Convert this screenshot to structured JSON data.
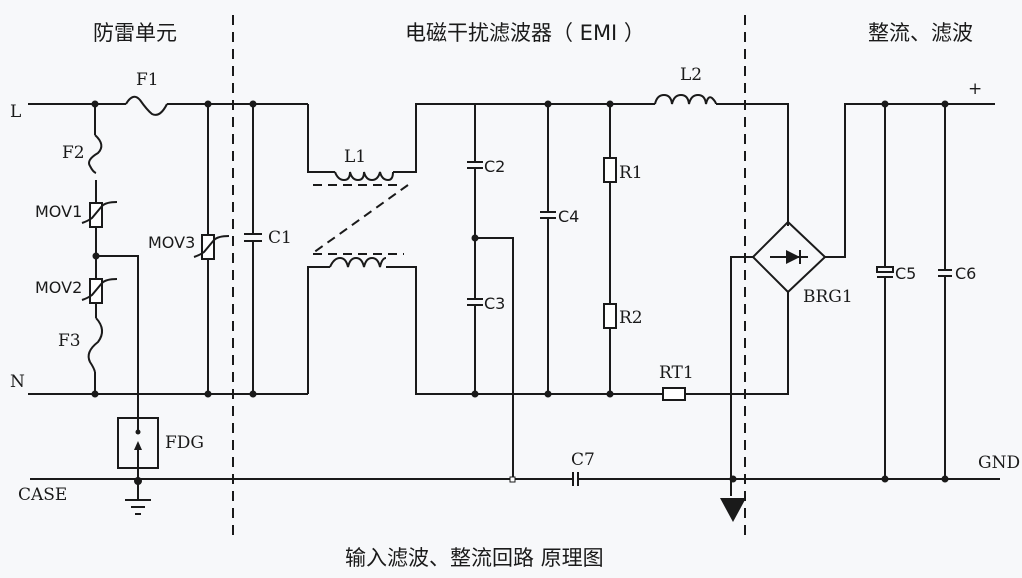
{
  "diagram": {
    "title": "输入滤波、整流回路 原理图",
    "sections": [
      {
        "id": "surge",
        "label": "防雷单元"
      },
      {
        "id": "emi",
        "label": "电磁干扰滤波器（ EMI ）"
      },
      {
        "id": "rect",
        "label": "整流、滤波"
      }
    ],
    "nets": {
      "line": "L",
      "neutral": "N",
      "case": "CASE",
      "positive": "+",
      "ground": "GND"
    },
    "components": {
      "F1": "F1",
      "F2": "F2",
      "F3": "F3",
      "MOV1": "MOV1",
      "MOV2": "MOV2",
      "MOV3": "MOV3",
      "FDG": "FDG",
      "C1": "C1",
      "L1": "L1",
      "C2": "C2",
      "C3": "C3",
      "C4": "C4",
      "R1": "R1",
      "R2": "R2",
      "L2": "L2",
      "RT1": "RT1",
      "BRG1": "BRG1",
      "C5": "C5",
      "C6": "C6",
      "C7": "C7"
    },
    "icons": {
      "fuse": "fuse-icon",
      "varistor": "varistor-icon",
      "capacitor": "capacitor-icon",
      "inductor": "inductor-icon",
      "resistor": "resistor-icon",
      "thermistor": "thermistor-icon",
      "bridge_rectifier": "bridge-rectifier-icon",
      "gas_discharge_tube": "gas-discharge-tube-icon",
      "earth_ground": "earth-ground-icon",
      "chassis_ground": "chassis-ground-icon"
    }
  }
}
